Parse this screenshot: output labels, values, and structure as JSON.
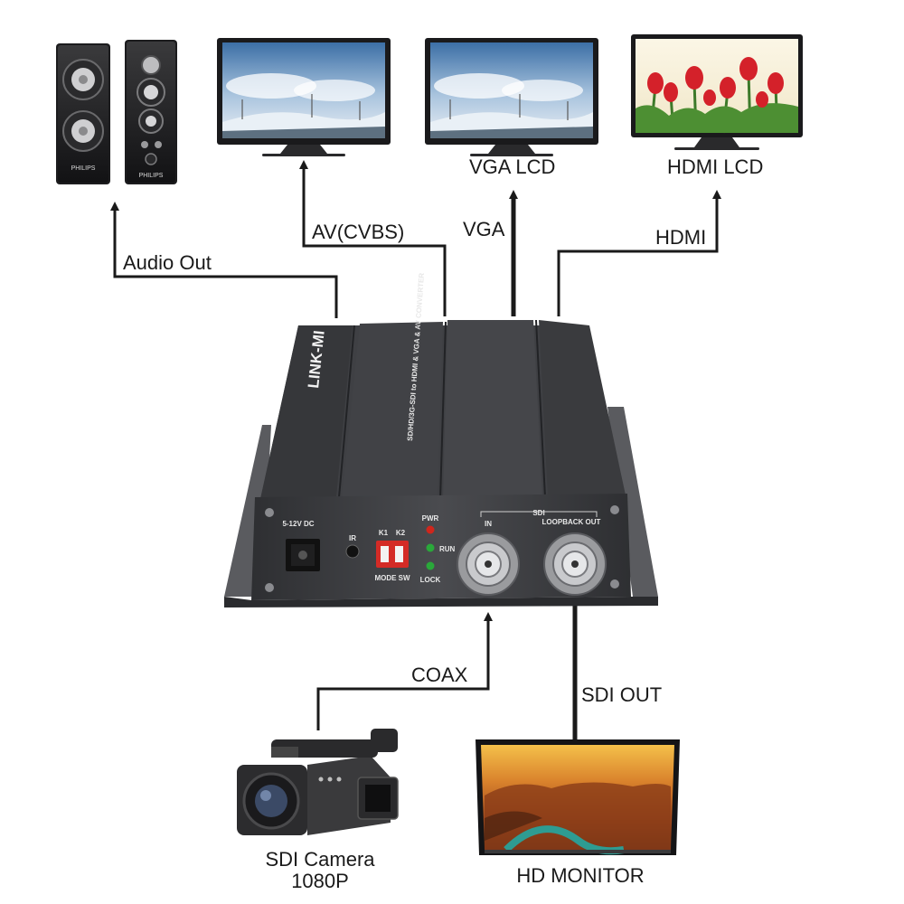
{
  "labels": {
    "audio_out": "Audio Out",
    "av_cvbs": "AV(CVBS)",
    "vga": "VGA",
    "vga_lcd": "VGA LCD",
    "hdmi": "HDMI",
    "hdmi_lcd": "HDMI LCD",
    "coax": "COAX",
    "sdi_out": "SDI OUT",
    "camera_line1": "SDI Camera",
    "camera_line2": "1080P",
    "hd_monitor": "HD MONITOR"
  },
  "device": {
    "brand": "LINK-MI",
    "model_text": "SD/HD/3G-SDI to HDMI & VGA & AV CONVERTER",
    "power_label": "5-12V DC",
    "ir_label": "IR",
    "switch_k1": "K1",
    "switch_k2": "K2",
    "mode_sw_label": "MODE SW",
    "led_pwr": "PWR",
    "led_run": "RUN",
    "led_lock": "LOCK",
    "sdi_label": "SDI",
    "sdi_in": "IN",
    "sdi_loopback": "LOOPBACK OUT",
    "speaker_brand": "PHILIPS"
  },
  "colors": {
    "line": "#1a1a1a",
    "device_body": "#3c3d40",
    "led_power": "#d0261c",
    "led_green": "#2aa83a",
    "dip_switch": "#d42b26"
  }
}
